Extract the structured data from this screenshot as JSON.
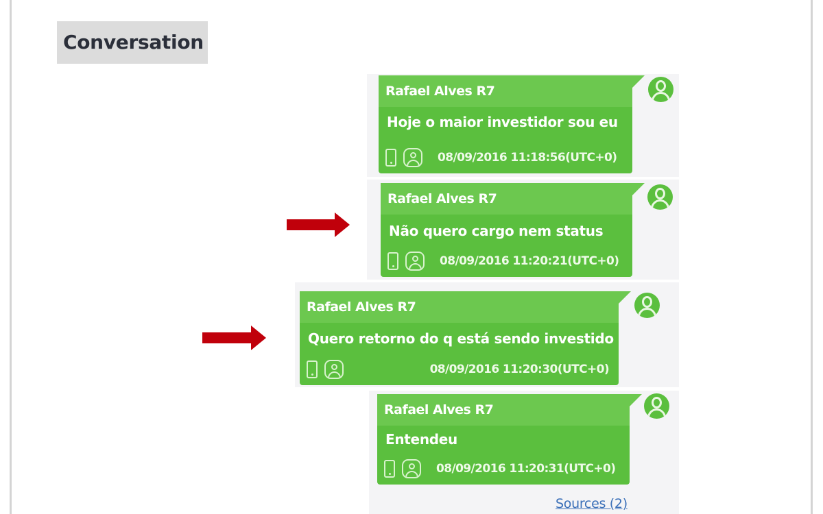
{
  "section": {
    "title": "Conversation"
  },
  "messages": [
    {
      "sender": "Rafael Alves R7",
      "text": "Hoje o maior investidor sou eu",
      "timestamp": "08/09/2016 11:18:56(UTC+0)",
      "source_icon": "phone-icon",
      "contact_icon": "contact-icon",
      "highlighted": false
    },
    {
      "sender": "Rafael Alves R7",
      "text": "Não quero cargo nem status",
      "timestamp": "08/09/2016 11:20:21(UTC+0)",
      "source_icon": "phone-icon",
      "contact_icon": "contact-icon",
      "highlighted": true
    },
    {
      "sender": "Rafael Alves R7",
      "text": "Quero retorno do q está sendo investido",
      "timestamp": "08/09/2016 11:20:30(UTC+0)",
      "source_icon": "phone-icon",
      "contact_icon": "contact-icon",
      "highlighted": true
    },
    {
      "sender": "Rafael Alves R7",
      "text": "Entendeu",
      "timestamp": "08/09/2016 11:20:31(UTC+0)",
      "source_icon": "phone-icon",
      "contact_icon": "contact-icon",
      "highlighted": false
    }
  ],
  "footer": {
    "sources_link": "Sources (2)"
  },
  "colors": {
    "bubble": "#5bbf3e",
    "bubble_header": "#6cc84f",
    "arrow": "#c0000b",
    "link": "#3a6fb8",
    "panel": "#f4f4f6",
    "title_bg": "#dcdcdc"
  }
}
